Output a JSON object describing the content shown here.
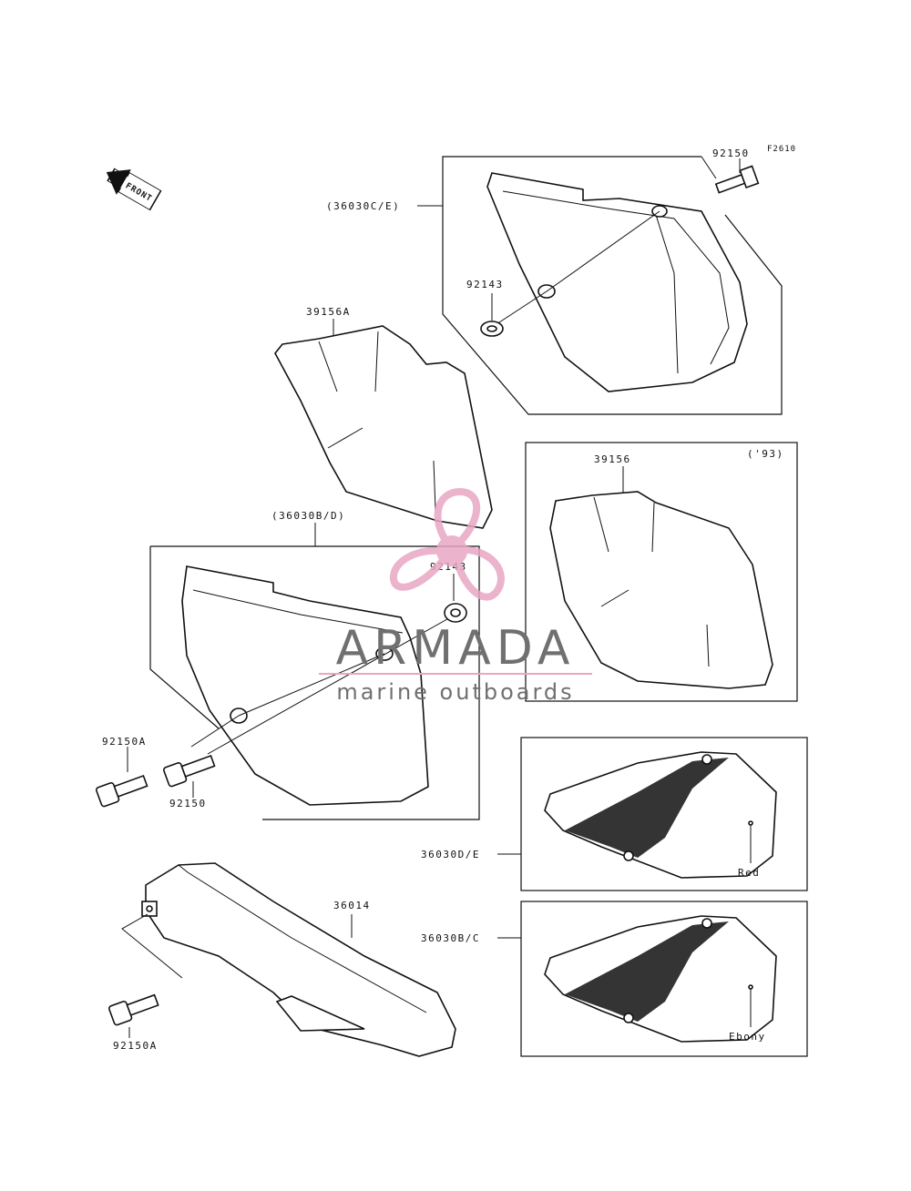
{
  "figure_code": "F2610",
  "front_label": "FRONT",
  "parts": {
    "bolt_top_right": "92150",
    "cover_top_ref": "(36030C/E)",
    "washer_top": "92143",
    "pad_left": "39156A",
    "cover_mid_ref": "(36030B/D)",
    "washer_mid": "92143",
    "pad_right": "39156",
    "pad_right_year": "('93)",
    "bolt_left_a": "92150A",
    "bolt_left_b": "92150",
    "chain_guard": "36014",
    "bolt_bottom": "92150A",
    "cover_red_ref": "36030D/E",
    "cover_red_color": "Red",
    "cover_ebony_ref": "36030B/C",
    "cover_ebony_color": "Ebony"
  },
  "watermark": {
    "brand": "ARMADA",
    "tagline": "marine outboards",
    "colors": {
      "logo": "#e8a6c4",
      "text": "#707070"
    }
  }
}
